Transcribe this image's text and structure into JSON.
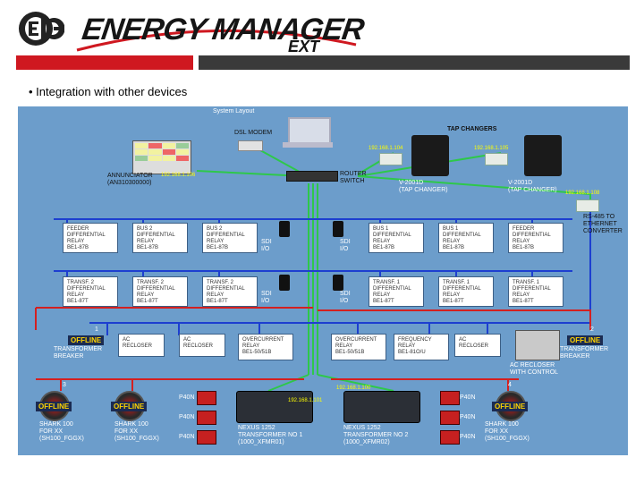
{
  "header": {
    "logo_text": "EIG",
    "brand_title": "ENERGY MANAGER",
    "brand_sub": "EXT"
  },
  "bullet": "• Integration with other devices",
  "diagram": {
    "system_title": "System Layout",
    "tap_changers": "TAP CHANGERS",
    "dsl_modem": "DSL MODEM",
    "router": "ROUTER\nSWITCH",
    "annunciator": "ANNUNCIATOR\n(AN310300000)",
    "tap1": "V-2001D\n(TAP CHANGER)",
    "tap2": "V-2001D\n(TAP CHANGER)",
    "ethernet_converter": "RS-485 TO\nETHERNET\nCONVERTER",
    "row1": [
      "FEEDER\nDIFFERENTIAL\nRELAY\nBE1-87B",
      "BUS 2\nDIFFERENTIAL\nRELAY\nBE1-87B",
      "BUS 2\nDIFFERENTIAL\nRELAY\nBE1-87B",
      "BUS 1\nDIFFERENTIAL\nRELAY\nBE1-87B",
      "BUS 1\nDIFFERENTIAL\nRELAY\nBE1-87B",
      "FEEDER\nDIFFERENTIAL\nRELAY\nBE1-87B"
    ],
    "row2": [
      "TRANSF. 2\nDIFFERENTIAL\nRELAY\nBE1-87T",
      "TRANSF. 2\nDIFFERENTIAL\nRELAY\nBE1-87T",
      "TRANSF. 2\nDIFFERENTIAL\nRELAY\nBE1-87T",
      "TRANSF. 1\nDIFFERENTIAL\nRELAY\nBE1-87T",
      "TRANSF. 1\nDIFFERENTIAL\nRELAY\nBE1-87T",
      "TRANSF. 1\nDIFFERENTIAL\nRELAY\nBE1-87T"
    ],
    "row3": [
      "AC\nRECLOSER",
      "AC\nRECLOSER",
      "OVERCURRENT\nRELAY\nBE1-50/51B",
      "OVERCURRENT\nRELAY\nBE1-50/51B",
      "FREQUENCY\nRELAY\nBE1-81O/U",
      "AC\nRECLOSER"
    ],
    "sdi": [
      "SDI\nI/O",
      "SDI\nI/O",
      "SDI\nI/O",
      "SDI\nI/O"
    ],
    "offline": "OFFLINE",
    "transfer_left": "TRANSFORMER\nBREAKER",
    "transfer_right": "TRANSFORMER\nBREAKER",
    "recloser_label": "AC RECLOSER\nWITH CONTROL",
    "spark_left": "SHARK 100\nFOR XX\n(SH100_FGGX)",
    "spark_mid": "SHARK 100\nFOR XX\n(SH100_FGGX)",
    "spark_right": "SHARK 100\nFOR XX\n(SH100_FGGX)",
    "nexus_left": "NEXUS 1252\nTRANSFORMER NO 1\n(1000_XFMR01)",
    "nexus_right": "NEXUS 1252\nTRANSFORMER NO 2\n(1000_XFMR02)",
    "ip_addresses": [
      "192.168.1.106",
      "192.168.1.104",
      "192.168.1.105",
      "192.168.1.108",
      "192.168.1.100",
      "192.168.1.101"
    ],
    "disp_labels": [
      "P40N",
      "P40N",
      "P40N",
      "P40N",
      "P40N",
      "P40N"
    ],
    "port_labels": [
      "1",
      "2",
      "3",
      "4"
    ]
  }
}
